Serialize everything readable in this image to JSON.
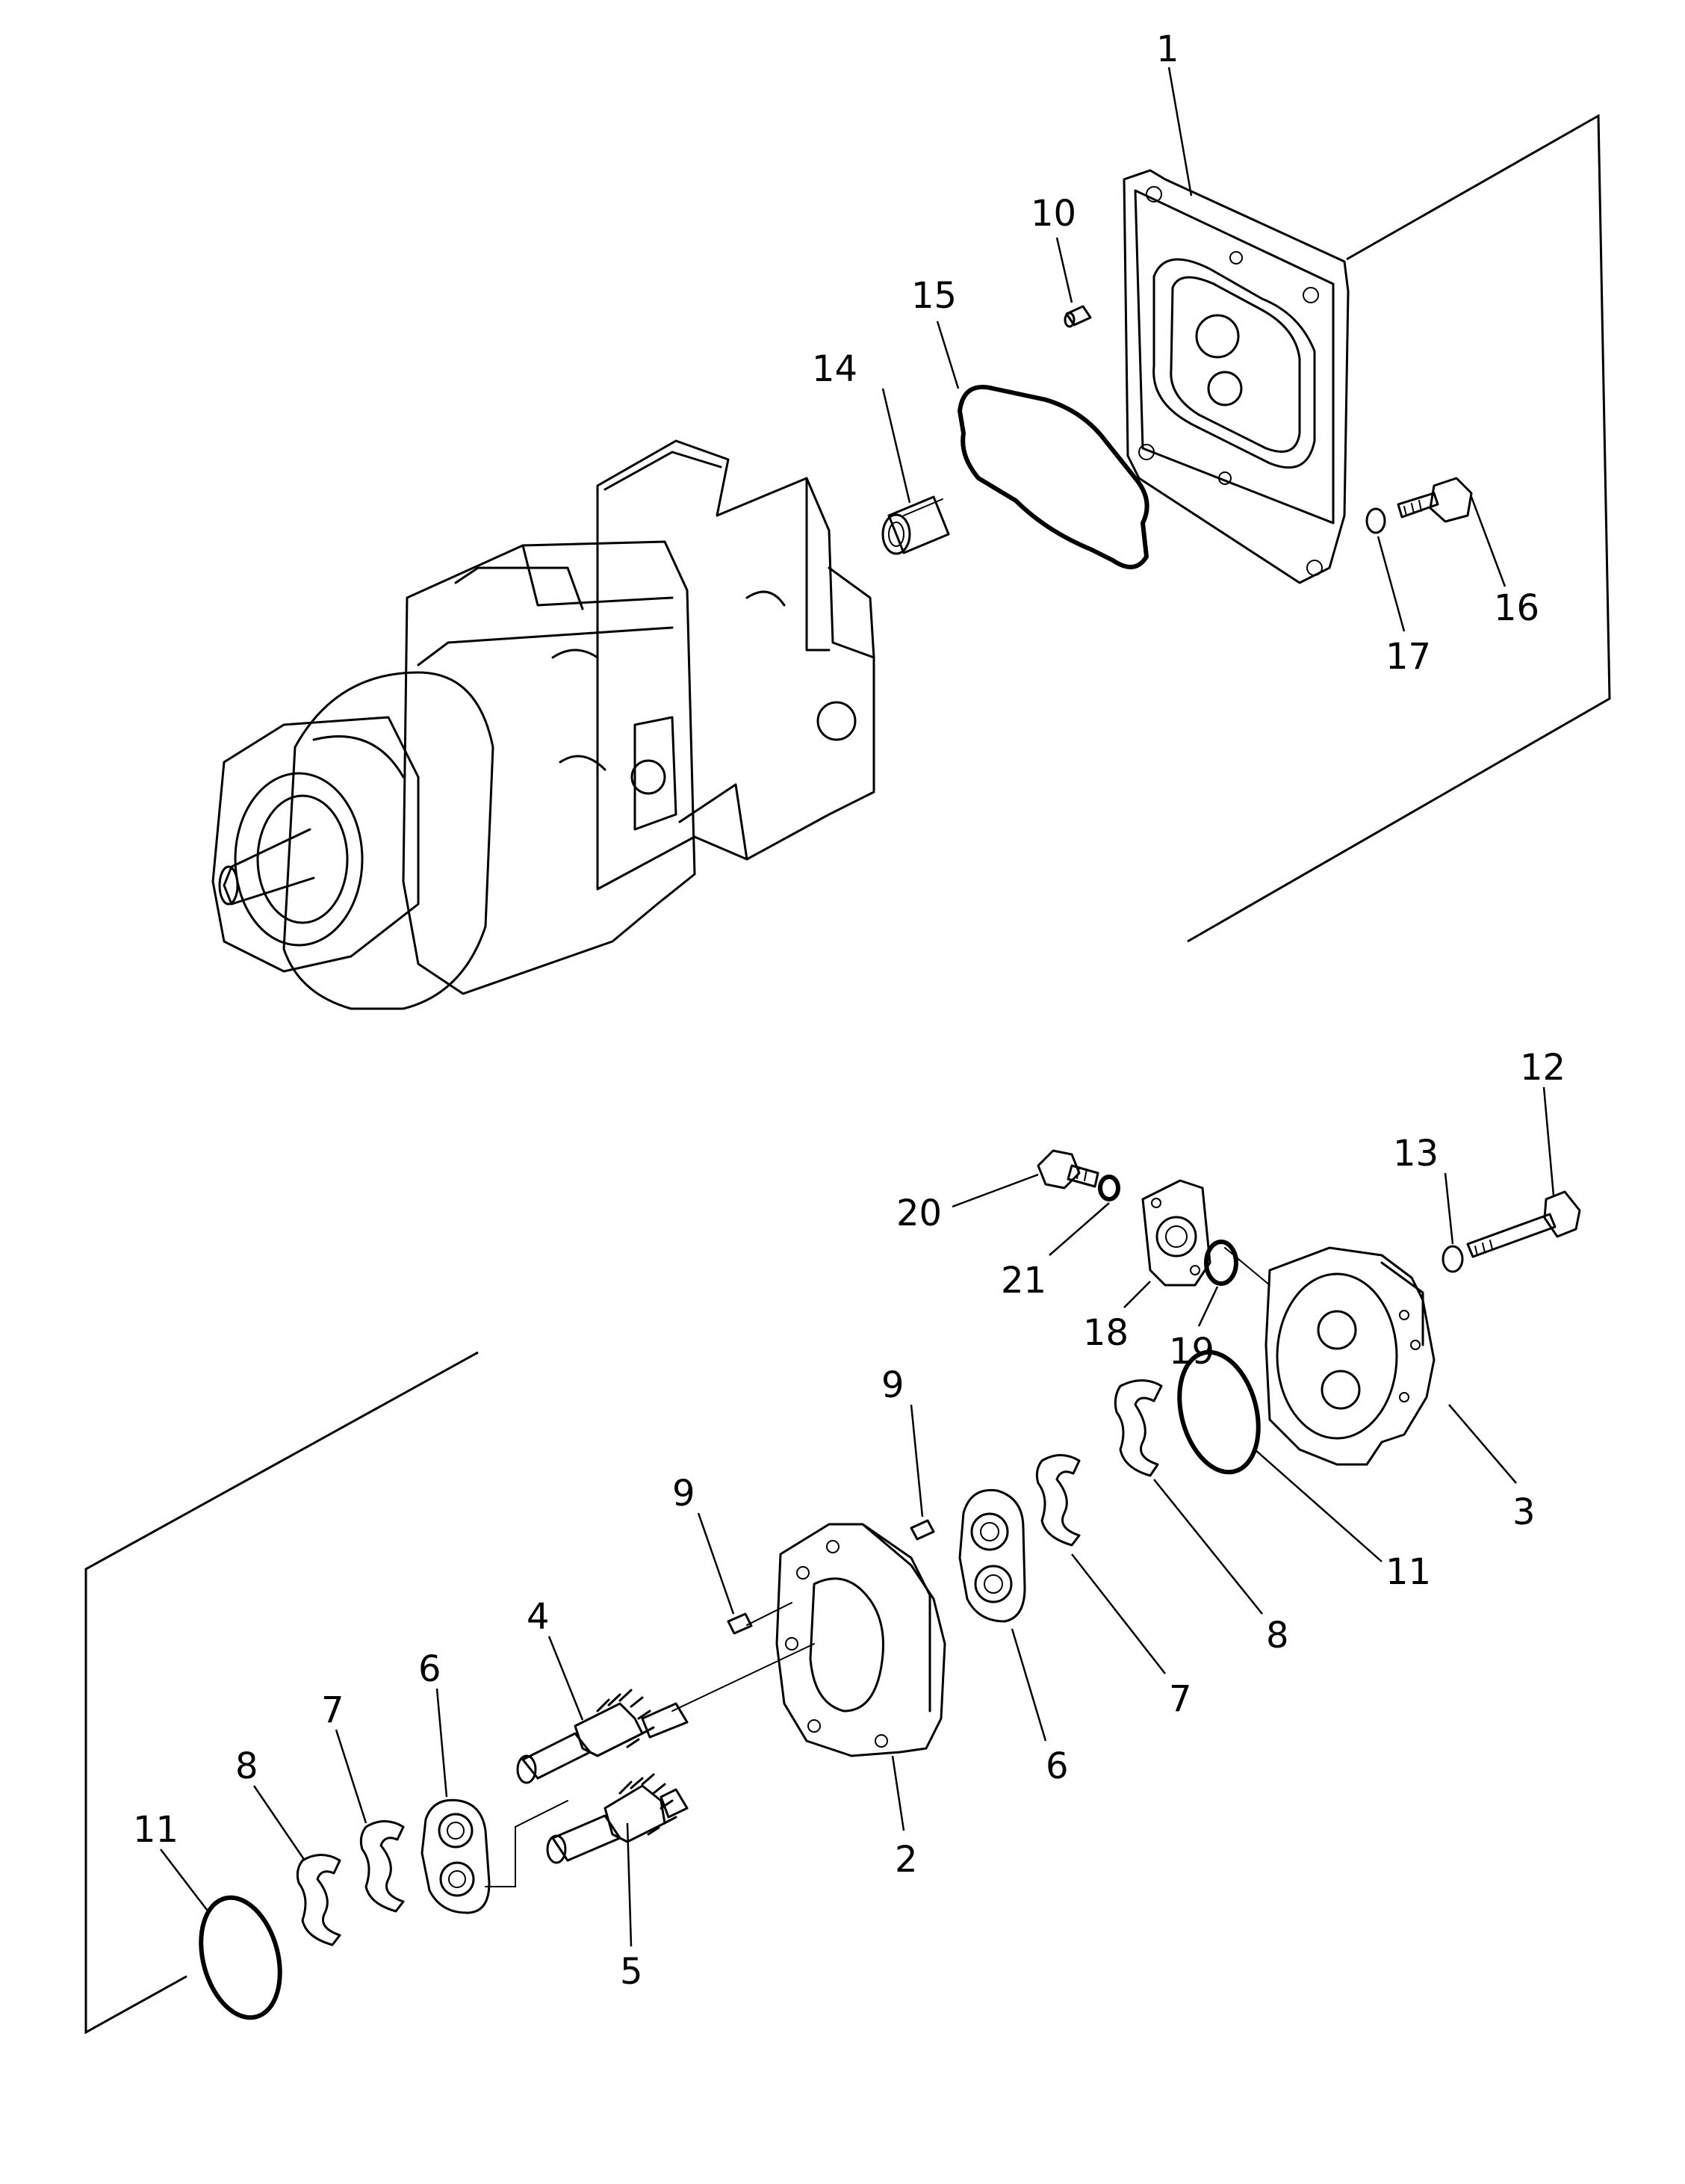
{
  "labels": {
    "l1": "1",
    "l2": "2",
    "l3": "3",
    "l4": "4",
    "l5": "5",
    "l6a": "6",
    "l6b": "6",
    "l7a": "7",
    "l7b": "7",
    "l8a": "8",
    "l8b": "8",
    "l9a": "9",
    "l9b": "9",
    "l10": "10",
    "l11a": "11",
    "l11b": "11",
    "l12": "12",
    "l13": "13",
    "l14": "14",
    "l15": "15",
    "l16": "16",
    "l17": "17",
    "l18": "18",
    "l19": "19",
    "l20": "20",
    "l21": "21"
  }
}
